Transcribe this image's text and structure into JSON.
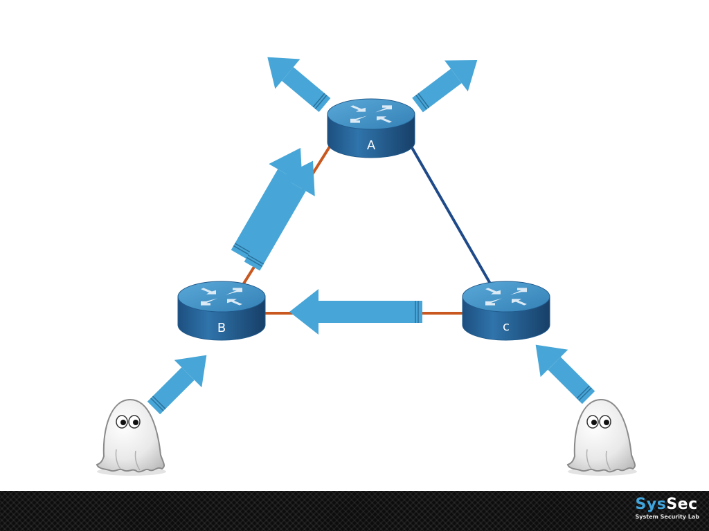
{
  "routers": {
    "a": {
      "label": "A"
    },
    "b": {
      "label": "B"
    },
    "c": {
      "label": "c"
    }
  },
  "links": {
    "a_b_color": "#c8581f",
    "b_c_color": "#c8581f",
    "a_c_color": "#1f4a8a"
  },
  "colors": {
    "arrow": "#47a6d7",
    "router_top": "#3f8fc0",
    "router_side": "#215a8c",
    "footer": "#0d0d0d"
  },
  "logo": {
    "sys": "Sys",
    "sec": "Sec",
    "subtitle": "System Security Lab"
  }
}
